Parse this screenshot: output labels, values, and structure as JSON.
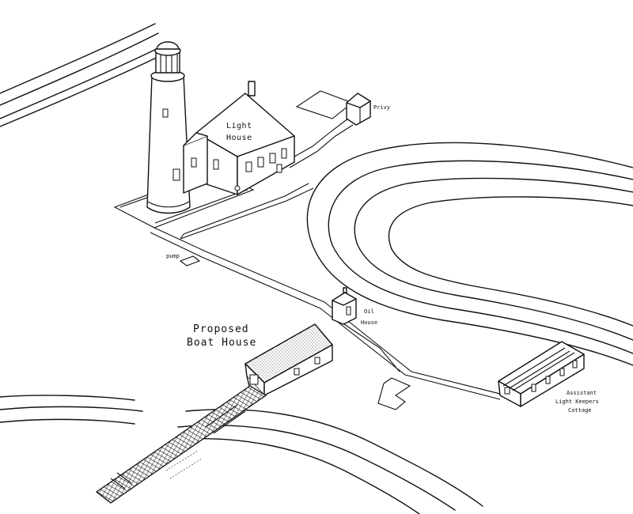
{
  "labels": {
    "light_house_1": "Light",
    "light_house_2": "House",
    "privy": "Privy",
    "pump": "pump",
    "oil_house_1": "Oil",
    "oil_house_2": "House",
    "boat_house_1": "Proposed",
    "boat_house_2": "Boat House",
    "cottage_1": "Assistant",
    "cottage_2": "Light Keepers",
    "cottage_3": "Cottage"
  },
  "colors": {
    "ink": "#111111",
    "paper": "#ffffff"
  }
}
